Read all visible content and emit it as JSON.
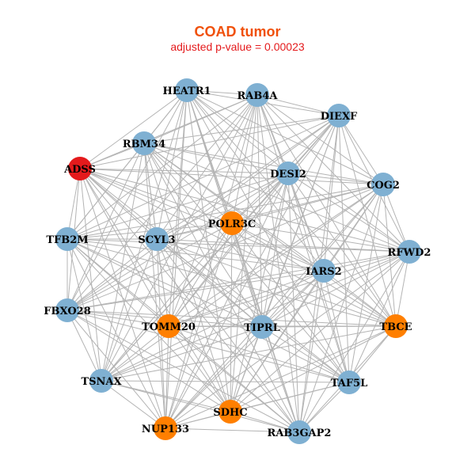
{
  "title": "COAD tumor",
  "subtitle": "adjusted p-value = 0.00023",
  "colors": {
    "default": "#7fb0d2",
    "highlight": "#ff7f00",
    "query": "#e41a1c",
    "edge": "#b4b4b4",
    "title": "#f0500a",
    "subtitle": "#e41a1c"
  },
  "nodes": [
    {
      "id": "HEATR1",
      "group": "default"
    },
    {
      "id": "RAB4A",
      "group": "default"
    },
    {
      "id": "DIEXF",
      "group": "default"
    },
    {
      "id": "RBM34",
      "group": "default"
    },
    {
      "id": "ADSS",
      "group": "query"
    },
    {
      "id": "DESI2",
      "group": "default"
    },
    {
      "id": "COG2",
      "group": "default"
    },
    {
      "id": "POLR3C",
      "group": "highlight"
    },
    {
      "id": "TFB2M",
      "group": "default"
    },
    {
      "id": "SCYL3",
      "group": "default"
    },
    {
      "id": "RFWD2",
      "group": "default"
    },
    {
      "id": "IARS2",
      "group": "default"
    },
    {
      "id": "FBXO28",
      "group": "default"
    },
    {
      "id": "TOMM20",
      "group": "highlight"
    },
    {
      "id": "TIPRL",
      "group": "default"
    },
    {
      "id": "TBCE",
      "group": "highlight"
    },
    {
      "id": "TSNAX",
      "group": "default"
    },
    {
      "id": "TAF5L",
      "group": "default"
    },
    {
      "id": "SDHC",
      "group": "highlight"
    },
    {
      "id": "NUP133",
      "group": "highlight"
    },
    {
      "id": "RAB3GAP2",
      "group": "default"
    }
  ],
  "edges": "all-pairs"
}
